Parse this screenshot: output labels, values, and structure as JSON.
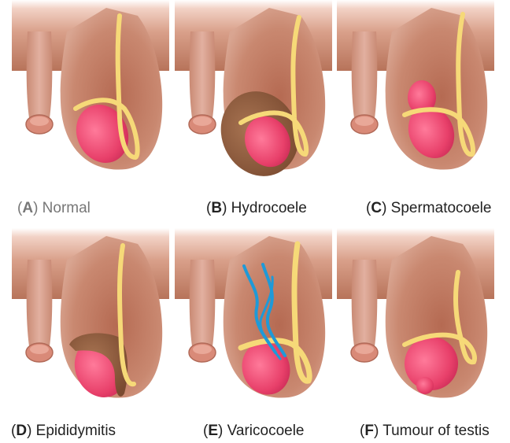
{
  "panels": [
    {
      "letter": "A",
      "label": "Normal"
    },
    {
      "letter": "B",
      "label": "Hydrocoele"
    },
    {
      "letter": "C",
      "label": "Spermatocoele"
    },
    {
      "letter": "D",
      "label": "Epididymitis"
    },
    {
      "letter": "E",
      "label": "Varicocoele"
    },
    {
      "letter": "F",
      "label": "Tumour of testis"
    }
  ],
  "colors": {
    "skin": "#d9a08a",
    "skin_shadow": "#a8624a",
    "testis": "#e8406a",
    "cord": "#f6d978",
    "fluid": "#8a5a3c",
    "veins": "#1e9ad8"
  }
}
